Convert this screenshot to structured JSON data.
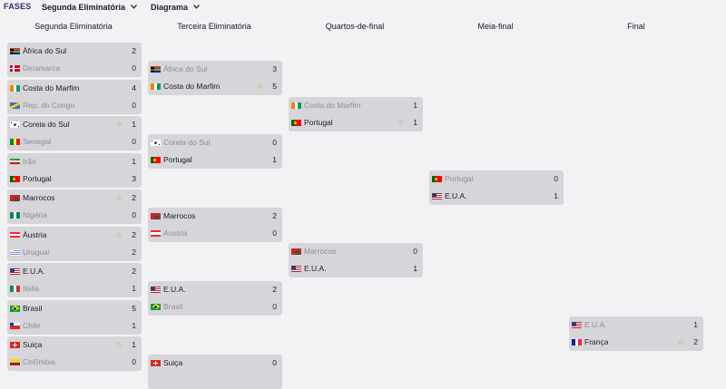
{
  "topbar": {
    "title": "FASES",
    "stage_dropdown": "Segunda Eliminatória",
    "view_dropdown": "Diagrama"
  },
  "columns": [
    {
      "title": "Segunda Eliminatória"
    },
    {
      "title": "Terceira Eliminatória"
    },
    {
      "title": "Quartos-de-final"
    },
    {
      "title": "Meia-final"
    },
    {
      "title": "Final"
    }
  ],
  "colors": {
    "card": "#d6d5da",
    "background": "#f2f1f4",
    "loser_text": "#8f8e99",
    "penalty_marker": "#d9a521"
  },
  "matches": [
    {
      "round": 0,
      "teams": [
        {
          "name": "África do Sul",
          "flag": "za",
          "score": "2",
          "winner": true,
          "pen": false
        },
        {
          "name": "Dinamarca",
          "flag": "dk",
          "score": "0",
          "winner": false,
          "pen": false
        }
      ]
    },
    {
      "round": 0,
      "teams": [
        {
          "name": "Costa do Marfim",
          "flag": "ci",
          "score": "4",
          "winner": true,
          "pen": false
        },
        {
          "name": "Rep. do Congo",
          "flag": "cg",
          "score": "0",
          "winner": false,
          "pen": false
        }
      ]
    },
    {
      "round": 0,
      "teams": [
        {
          "name": "Coreia do Sul",
          "flag": "kr",
          "score": "1",
          "winner": true,
          "pen": true
        },
        {
          "name": "Senegal",
          "flag": "sn",
          "score": "0",
          "winner": false,
          "pen": false
        }
      ]
    },
    {
      "round": 0,
      "teams": [
        {
          "name": "Irão",
          "flag": "ir",
          "score": "1",
          "winner": false,
          "pen": false
        },
        {
          "name": "Portugal",
          "flag": "pt",
          "score": "3",
          "winner": true,
          "pen": false
        }
      ]
    },
    {
      "round": 0,
      "teams": [
        {
          "name": "Marrocos",
          "flag": "ma",
          "score": "2",
          "winner": true,
          "pen": true
        },
        {
          "name": "Nigéria",
          "flag": "ng",
          "score": "0",
          "winner": false,
          "pen": false
        }
      ]
    },
    {
      "round": 0,
      "teams": [
        {
          "name": "Áustria",
          "flag": "at",
          "score": "2",
          "winner": true,
          "pen": true
        },
        {
          "name": "Uruguai",
          "flag": "uy",
          "score": "2",
          "winner": false,
          "pen": false
        }
      ]
    },
    {
      "round": 0,
      "teams": [
        {
          "name": "E.U.A.",
          "flag": "us",
          "score": "2",
          "winner": true,
          "pen": false
        },
        {
          "name": "Itália",
          "flag": "it",
          "score": "1",
          "winner": false,
          "pen": false
        }
      ]
    },
    {
      "round": 0,
      "teams": [
        {
          "name": "Brasil",
          "flag": "br",
          "score": "5",
          "winner": true,
          "pen": false
        },
        {
          "name": "Chile",
          "flag": "cl",
          "score": "1",
          "winner": false,
          "pen": false
        }
      ]
    },
    {
      "round": 0,
      "teams": [
        {
          "name": "Suiça",
          "flag": "ch",
          "score": "1",
          "winner": true,
          "pen": true
        },
        {
          "name": "Colômbia",
          "flag": "co",
          "score": "0",
          "winner": false,
          "pen": false
        }
      ]
    },
    {
      "round": 1,
      "teams": [
        {
          "name": "África do Sul",
          "flag": "za",
          "score": "3",
          "winner": false,
          "pen": false
        },
        {
          "name": "Costa do Marfim",
          "flag": "ci",
          "score": "5",
          "winner": true,
          "pen": true
        }
      ]
    },
    {
      "round": 1,
      "teams": [
        {
          "name": "Coreia do Sul",
          "flag": "kr",
          "score": "0",
          "winner": false,
          "pen": false
        },
        {
          "name": "Portugal",
          "flag": "pt",
          "score": "1",
          "winner": true,
          "pen": false
        }
      ]
    },
    {
      "round": 1,
      "teams": [
        {
          "name": "Marrocos",
          "flag": "ma",
          "score": "2",
          "winner": true,
          "pen": false
        },
        {
          "name": "Áustria",
          "flag": "at",
          "score": "0",
          "winner": false,
          "pen": false
        }
      ]
    },
    {
      "round": 1,
      "teams": [
        {
          "name": "E.U.A.",
          "flag": "us",
          "score": "2",
          "winner": true,
          "pen": false
        },
        {
          "name": "Brasil",
          "flag": "br",
          "score": "0",
          "winner": false,
          "pen": false
        }
      ]
    },
    {
      "round": 1,
      "teams": [
        {
          "name": "Suiça",
          "flag": "ch",
          "score": "0",
          "winner": true,
          "pen": false
        }
      ]
    },
    {
      "round": 2,
      "teams": [
        {
          "name": "Costa do Marfim",
          "flag": "ci",
          "score": "1",
          "winner": false,
          "pen": false
        },
        {
          "name": "Portugal",
          "flag": "pt",
          "score": "1",
          "winner": true,
          "pen": true
        }
      ]
    },
    {
      "round": 2,
      "teams": [
        {
          "name": "Marrocos",
          "flag": "ma",
          "score": "0",
          "winner": false,
          "pen": false
        },
        {
          "name": "E.U.A.",
          "flag": "us",
          "score": "1",
          "winner": true,
          "pen": false
        }
      ]
    },
    {
      "round": 3,
      "teams": [
        {
          "name": "Portugal",
          "flag": "pt",
          "score": "0",
          "winner": false,
          "pen": false
        },
        {
          "name": "E.U.A.",
          "flag": "us",
          "score": "1",
          "winner": true,
          "pen": false
        }
      ]
    },
    {
      "round": 4,
      "teams": [
        {
          "name": "E.U.A.",
          "flag": "us",
          "score": "1",
          "winner": false,
          "pen": false
        },
        {
          "name": "França",
          "flag": "fr",
          "score": "2",
          "winner": true,
          "pen": true
        }
      ]
    }
  ]
}
